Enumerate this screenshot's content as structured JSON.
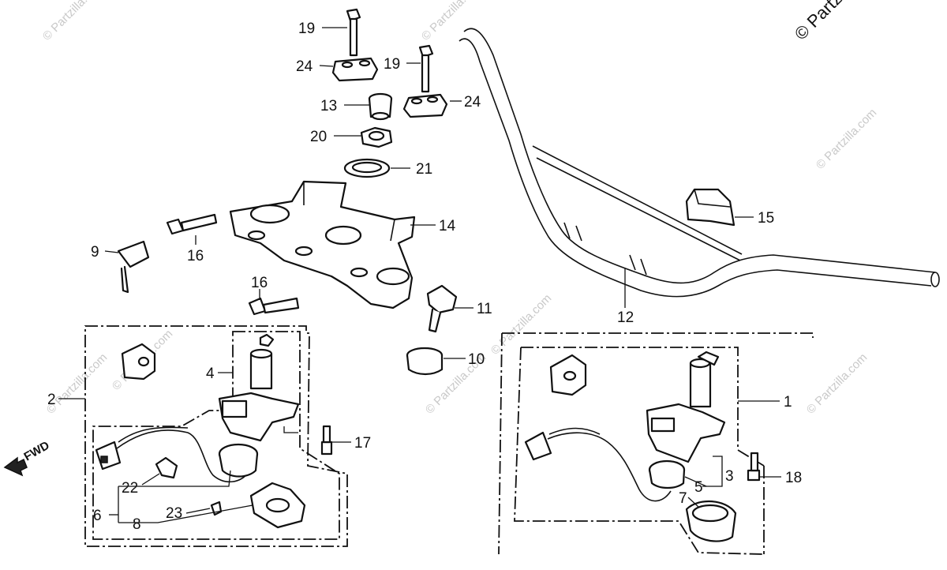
{
  "watermark": {
    "main": "© Partz",
    "tiles": [
      "© Partzilla.com",
      "© Partzilla.com",
      "© Partzilla.com",
      "© Partzilla.com",
      "© Partzilla.com",
      "© Partzilla.com",
      "© Partzilla.com",
      "© Partzilla.com"
    ]
  },
  "direction_label": "FWD",
  "callouts": {
    "c1": "1",
    "c2": "2",
    "c3": "3",
    "c4": "4",
    "c5": "5",
    "c6": "6",
    "c7": "7",
    "c8": "8",
    "c9": "9",
    "c10": "10",
    "c11": "11",
    "c12": "12",
    "c13": "13",
    "c14": "14",
    "c15": "15",
    "c16a": "16",
    "c16b": "16",
    "c17": "17",
    "c18": "18",
    "c19a": "19",
    "c19b": "19",
    "c20": "20",
    "c21": "21",
    "c22": "22",
    "c23": "23",
    "c24a": "24",
    "c24b": "24"
  }
}
